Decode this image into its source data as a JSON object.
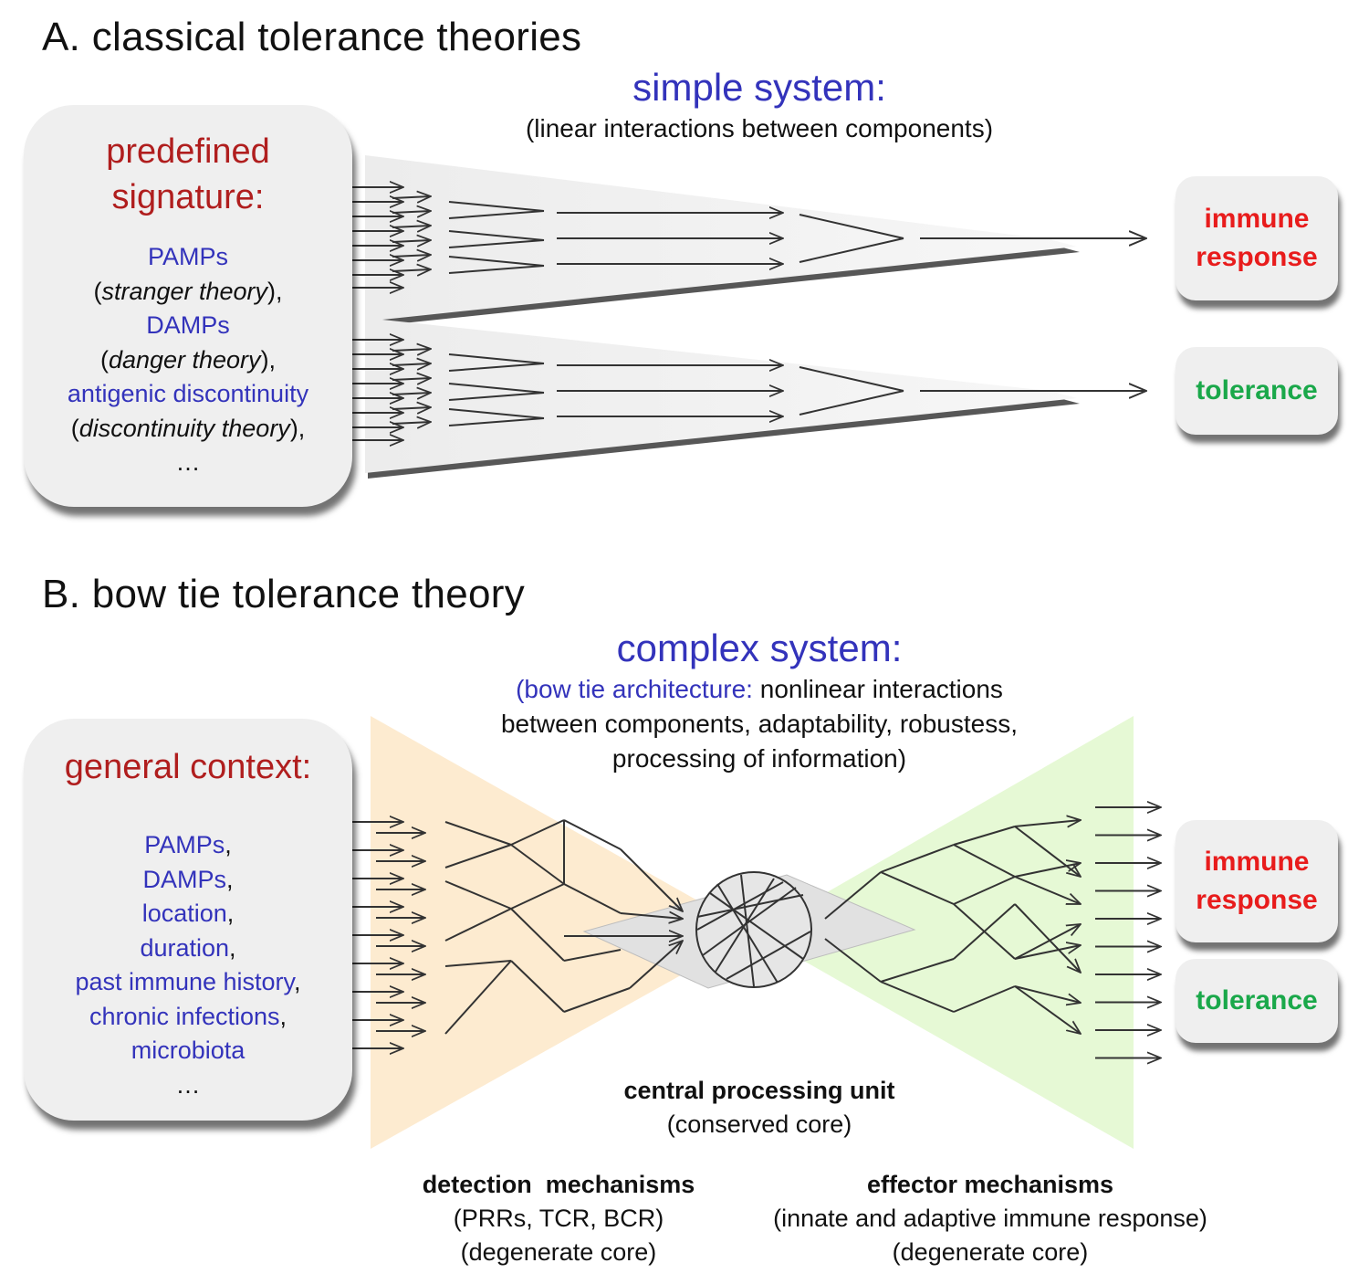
{
  "panel_a": {
    "title": "A. classical tolerance theories",
    "system_title": "simple system:",
    "system_subtitle": "(linear interactions between components)",
    "input_box": {
      "heading_line1": "predefined",
      "heading_line2": "signature:",
      "items": [
        {
          "text": "PAMPs",
          "style": "blue"
        },
        {
          "text": "(stranger theory),",
          "style": "black-italic"
        },
        {
          "text": "DAMPs",
          "style": "blue"
        },
        {
          "text": "(danger theory),",
          "style": "black-italic"
        },
        {
          "text": "antigenic discontinuity",
          "style": "blue"
        },
        {
          "text": "(discontinuity theory),",
          "style": "black-italic"
        },
        {
          "text": "…",
          "style": "black"
        }
      ]
    },
    "outputs": {
      "immune_line1": "immune",
      "immune_line2": "response",
      "tolerance": "tolerance"
    }
  },
  "panel_b": {
    "title": "B. bow tie tolerance theory",
    "system_title": "complex system:",
    "system_subtitle_open": "(",
    "system_subtitle_highlight": "bow tie architecture:",
    "system_subtitle_line1_rest": " nonlinear interactions",
    "system_subtitle_line2": "between components, adaptability, robustess,",
    "system_subtitle_line3": "processing of information)",
    "input_box": {
      "heading": "general context:",
      "items": [
        {
          "text": "PAMPs",
          "suffix": ","
        },
        {
          "text": "DAMPs",
          "suffix": ","
        },
        {
          "text": "location",
          "suffix": ","
        },
        {
          "text": "duration",
          "suffix": ","
        },
        {
          "text": "past immune history",
          "suffix": ","
        },
        {
          "text": "chronic infections",
          "suffix": ","
        },
        {
          "text": "microbiota",
          "suffix": ""
        }
      ],
      "ellipsis": "…"
    },
    "core": {
      "label": "central processing unit",
      "sublabel": "(conserved core)"
    },
    "detection": {
      "label": "detection  mechanisms",
      "line2": "(PRRs, TCR, BCR)",
      "line3": "(degenerate core)"
    },
    "effector": {
      "label": "effector mechanisms",
      "line2": "(innate and adaptive immune response)",
      "line3": "(degenerate core)"
    },
    "outputs": {
      "immune_line1": "immune",
      "immune_line2": "response",
      "tolerance": "tolerance"
    }
  },
  "colors": {
    "system_title": "#3333bb",
    "heading_red": "#b01e1e",
    "immune_red": "#e81c1c",
    "tolerance_green": "#1aa84a",
    "detection_fill": "#fdebd0",
    "effector_fill": "#e6f9d5",
    "panel_fill": "#efefef"
  }
}
